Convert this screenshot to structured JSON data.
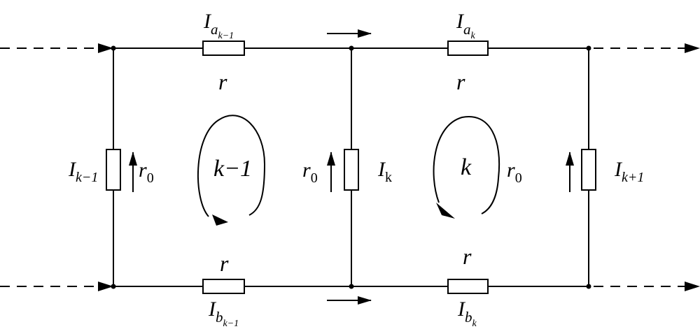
{
  "diagram": {
    "currents": {
      "a_prev": {
        "base": "I",
        "sub": "a",
        "subsub": "k−1"
      },
      "a_k": {
        "base": "I",
        "sub": "a",
        "subsub": "k"
      },
      "b_prev": {
        "base": "I",
        "sub": "b",
        "subsub": "k−1"
      },
      "b_k": {
        "base": "I",
        "sub": "b",
        "subsub": "k"
      },
      "i_prev": {
        "base": "I",
        "sub": "k−1"
      },
      "i_k": {
        "base": "I",
        "sub": "k"
      },
      "i_next": {
        "base": "I",
        "sub": "k+1"
      }
    },
    "resistors": {
      "r_top_left": "r",
      "r_top_right": "r",
      "r_bottom_left": "r",
      "r_bottom_right": "r",
      "r0_base": "r",
      "r0_sub": "0"
    },
    "loops": {
      "left": "k−1",
      "right": "k"
    }
  }
}
